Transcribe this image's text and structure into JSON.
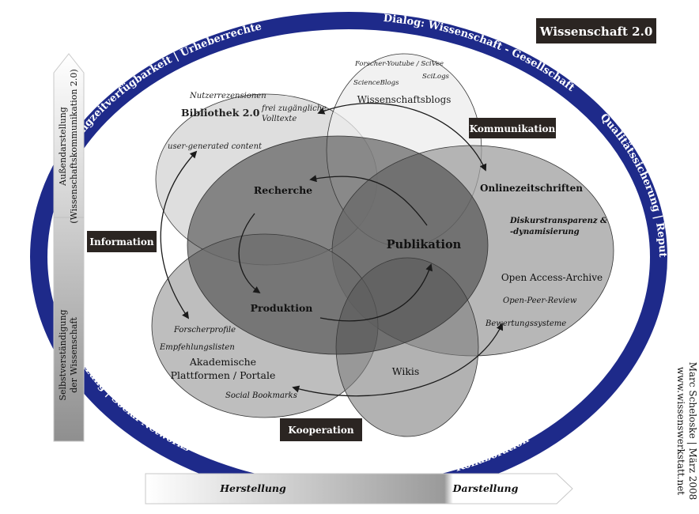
{
  "title_box": "Wissenschaft 2.0",
  "ring_labels": {
    "top_left": "Langzeitverfügbarkeit | Urheberrechte",
    "top_right": "Dialog: Wissenschaft - Gesellschaft",
    "right": "Qualitätssicherung | Reputation | Anreizsysteme",
    "bottom_left": "Vernetzung | Social Networks",
    "bottom_right": "Kollaboration"
  },
  "category_boxes": {
    "kommunikation": "Kommunikation",
    "information": "Information",
    "kooperation": "Kooperation"
  },
  "center_labels": {
    "recherche": "Recherche",
    "publikation": "Publikation",
    "produktion": "Produktion"
  },
  "bibliothek": {
    "nutzerrezensionen": "Nutzerrezensionen",
    "title": "Bibliothek 2.0",
    "frei_1": "frei zugängliche",
    "frei_2": "Volltexte",
    "ugc": "user-generated content"
  },
  "blogs": {
    "youtube": "Forscher-Youtube / SciVee",
    "scienceblogs": "ScienceBlogs",
    "scilogs": "SciLogs",
    "title": "Wissenschaftsblogs"
  },
  "online": {
    "title": "Onlinezeitschriften",
    "diskurs_1": "Diskurstransparenz &",
    "diskurs_2": "-dynamisierung",
    "oa": "Open Access-Archive",
    "opr": "Open-Peer-Review",
    "bewertung": "Bewertungssysteme"
  },
  "academic": {
    "forscherprofile": "Forscherprofile",
    "empfehlungslisten": "Empfehlungslisten",
    "title_1": "Akademische",
    "title_2": "Plattformen / Portale",
    "bookmarks": "Social Bookmarks"
  },
  "wikis": "Wikis",
  "left_arrow": {
    "top_1": "Außendarstellung",
    "top_2": "(Wissenschaftskommunikation 2.0)",
    "bottom_1": "Selbstverständigung",
    "bottom_2": "der Wissenschaft"
  },
  "bottom_arrow": {
    "left": "Herstellung",
    "right": "Darstellung"
  },
  "credit": {
    "line1": "Marc Scheloske | März 2008",
    "line2": "www.wissenswerkstatt.net"
  },
  "colors": {
    "ring": "#1e2a8a",
    "box": "#2b2522",
    "box_text": "#ffffff"
  }
}
